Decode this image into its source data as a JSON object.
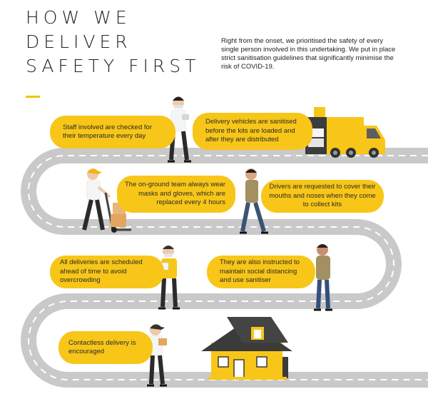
{
  "heading": {
    "line1": "HOW WE",
    "line2": "DELIVER",
    "line3": "SAFETY FIRST"
  },
  "intro": "Right from the onset, we prioritised the safety of every single person involved in this undertaking. We put in place strict sanitisation guidelines that significantly minimise the risk of COVID-19.",
  "steps": [
    {
      "text": "Staff involved are checked for their temperature every day"
    },
    {
      "text": "Delivery vehicles are sanitised before the kits are loaded and after they are distributed"
    },
    {
      "text": "The on-ground team always wear masks and gloves, which are replaced every 4 hours"
    },
    {
      "text": "Drivers are requested to cover their mouths and noses when they come to collect kits"
    },
    {
      "text": "All deliveries are scheduled ahead of time to avoid overcrowding"
    },
    {
      "text": "They are also instructed to maintain social distancing and use sanitiser"
    },
    {
      "text": "Contactless delivery is encouraged"
    }
  ],
  "colors": {
    "accent": "#f7c618",
    "road": "#c8c8c8",
    "ink": "#222222"
  }
}
